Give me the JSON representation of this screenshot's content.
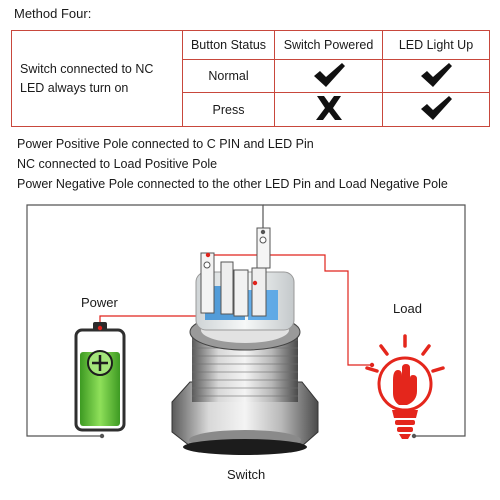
{
  "method_title": "Method Four:",
  "table": {
    "description_lines": [
      "Switch connected to NC",
      "LED always turn on"
    ],
    "headers": [
      "Button Status",
      "Switch Powered",
      "LED Light Up"
    ],
    "rows": [
      {
        "status": "Normal",
        "switch_powered": "check",
        "led_light_up": "check"
      },
      {
        "status": "Press",
        "switch_powered": "cross",
        "led_light_up": "check"
      }
    ]
  },
  "notes": [
    "Power Positive Pole connected to C PIN and LED Pin",
    "NC connected to Load Positive Pole",
    "Power Negative Pole connected to the other LED Pin and Load Negative Pole"
  ],
  "diagram": {
    "power_label": "Power",
    "load_label": "Load",
    "switch_label": "Switch",
    "icons": [
      "battery-icon",
      "plus-icon",
      "lightbulb-icon",
      "hand-icon",
      "push-button-switch"
    ],
    "colors": {
      "table_border": "#c8473c",
      "wire_red": "#e0231c",
      "wire_gray": "#555555",
      "battery_green": "#4caf2a",
      "bulb_red": "#e4261c",
      "pin_blue": "#3a8fd6"
    }
  }
}
